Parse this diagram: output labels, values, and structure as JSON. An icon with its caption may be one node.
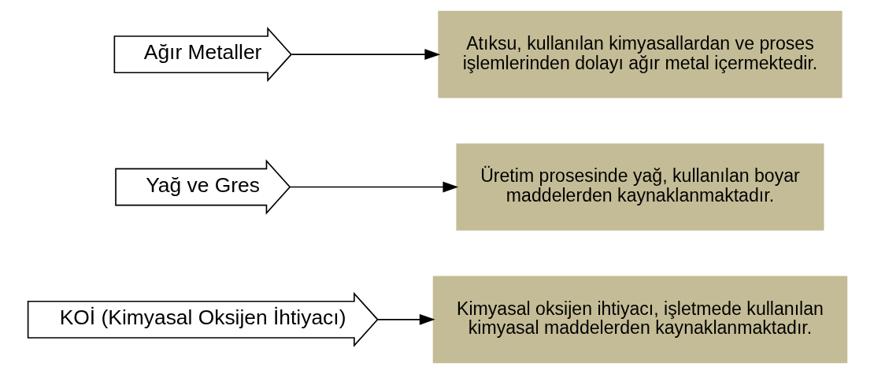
{
  "diagram": {
    "nodes": [
      {
        "text": [
          "KOİ (Kimyasal Oksijen İhtiyacı)"
        ]
      },
      {
        "text": [
          "Kimyasal oksijen ihtiyacı, işletmede kullanılan kimyasal maddelerden kaynaklanmaktadır."
        ]
      },
      {
        "text": [
          "Yağ ve Gres"
        ]
      },
      {
        "text": [
          "Üretim prosesinde yağ, kullanılan boyar maddelerden kaynaklanmaktadır."
        ]
      },
      {
        "text": [
          "Ağır Metaller"
        ]
      },
      {
        "text": [
          "Atıksu, kullanılan kimyasallardan ve proses işlemlerinden dolayı ağır metal içermektedir."
        ]
      }
    ],
    "edges": [
      {
        "from": 0,
        "to": 1,
        "arrow": "to"
      },
      {
        "from": 2,
        "to": 3,
        "arrow": "to"
      },
      {
        "from": 4,
        "to": 5,
        "arrow": "to"
      }
    ]
  }
}
